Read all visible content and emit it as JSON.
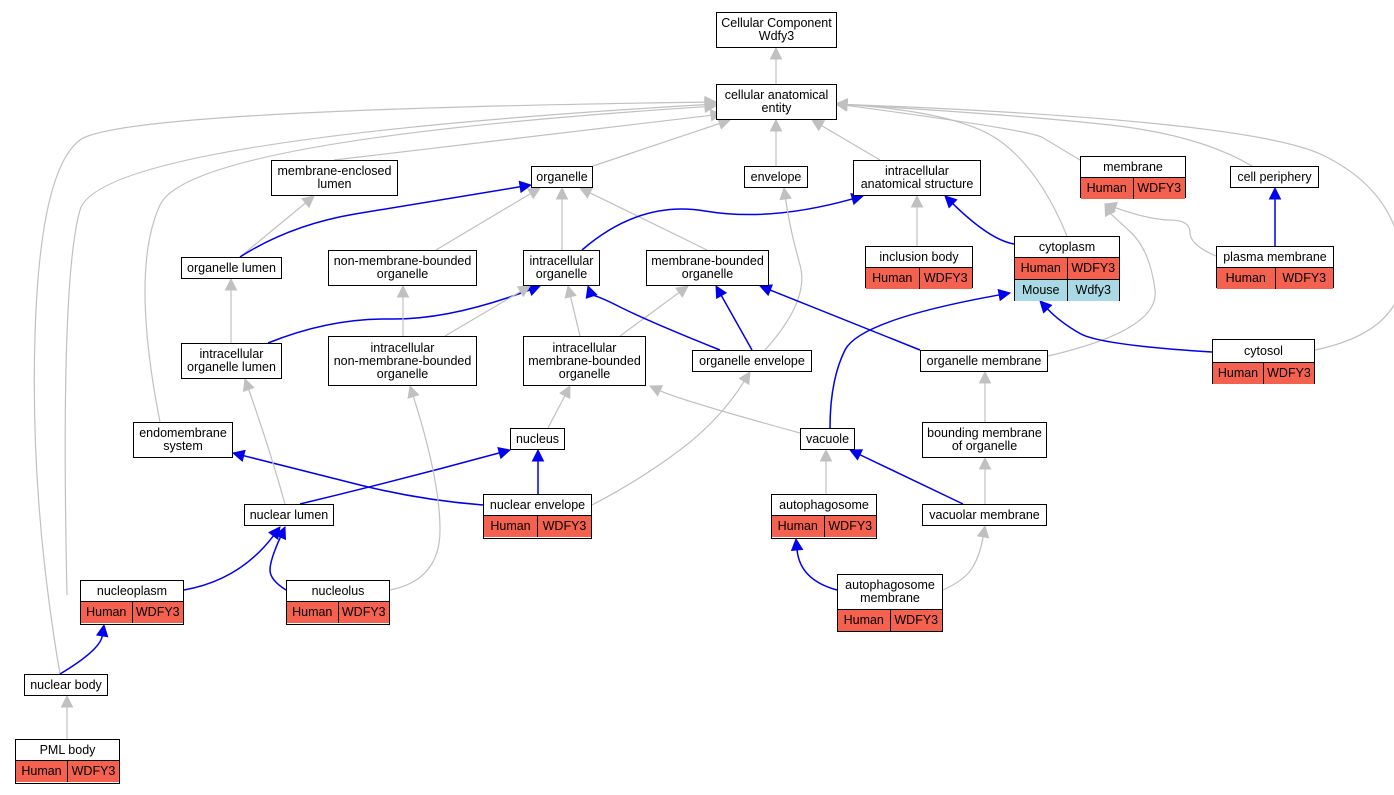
{
  "colors": {
    "is_a_edge": "#c0c0c0",
    "part_of_edge": "#0000ee",
    "human_annotation": "#f4614e",
    "mouse_annotation": "#a9d9e4"
  },
  "nodes": {
    "root": {
      "label": "Cellular Component\nWdfy3"
    },
    "cae": {
      "label": "cellular anatomical\nentity"
    },
    "mel": {
      "label": "membrane-enclosed\nlumen"
    },
    "org": {
      "label": "organelle"
    },
    "env": {
      "label": "envelope"
    },
    "ias": {
      "label": "intracellular\nanatomical structure"
    },
    "mem": {
      "label": "membrane",
      "rows": [
        [
          "Human",
          "WDFY3"
        ]
      ]
    },
    "cp": {
      "label": "cell periphery"
    },
    "orgl": {
      "label": "organelle lumen"
    },
    "nmbo": {
      "label": "non-membrane-bounded\norganelle"
    },
    "io": {
      "label": "intracellular\norganelle"
    },
    "mbo": {
      "label": "membrane-bounded\norganelle"
    },
    "ib": {
      "label": "inclusion body",
      "rows": [
        [
          "Human",
          "WDFY3"
        ]
      ]
    },
    "cyto": {
      "label": "cytoplasm",
      "rows": [
        [
          "Human",
          "WDFY3"
        ],
        [
          "Mouse",
          "Wdfy3"
        ]
      ]
    },
    "pm": {
      "label": "plasma membrane",
      "rows": [
        [
          "Human",
          "WDFY3"
        ]
      ]
    },
    "iol": {
      "label": "intracellular\norganelle lumen"
    },
    "inmbo": {
      "label": "intracellular\nnon-membrane-bounded\norganelle"
    },
    "imbo": {
      "label": "intracellular\nmembrane-bounded\norganelle"
    },
    "oe": {
      "label": "organelle envelope"
    },
    "om": {
      "label": "organelle membrane"
    },
    "cytosol": {
      "label": "cytosol",
      "rows": [
        [
          "Human",
          "WDFY3"
        ]
      ]
    },
    "ems": {
      "label": "endomembrane\nsystem"
    },
    "nuc": {
      "label": "nucleus"
    },
    "vac": {
      "label": "vacuole"
    },
    "bmo": {
      "label": "bounding membrane\nof organelle"
    },
    "ne": {
      "label": "nuclear envelope",
      "rows": [
        [
          "Human",
          "WDFY3"
        ]
      ]
    },
    "auto": {
      "label": "autophagosome",
      "rows": [
        [
          "Human",
          "WDFY3"
        ]
      ]
    },
    "nl": {
      "label": "nuclear lumen"
    },
    "vm": {
      "label": "vacuolar membrane"
    },
    "np": {
      "label": "nucleoplasm",
      "rows": [
        [
          "Human",
          "WDFY3"
        ]
      ]
    },
    "nucl": {
      "label": "nucleolus",
      "rows": [
        [
          "Human",
          "WDFY3"
        ]
      ]
    },
    "am": {
      "label": "autophagosome\nmembrane",
      "rows": [
        [
          "Human",
          "WDFY3"
        ]
      ]
    },
    "nb": {
      "label": "nuclear body"
    },
    "pml": {
      "label": "PML body",
      "rows": [
        [
          "Human",
          "WDFY3"
        ]
      ]
    }
  },
  "edges": [
    {
      "from": "cae",
      "to": "root",
      "type": "is_a"
    },
    {
      "from": "mel",
      "to": "cae",
      "type": "is_a"
    },
    {
      "from": "org",
      "to": "cae",
      "type": "is_a"
    },
    {
      "from": "env",
      "to": "cae",
      "type": "is_a"
    },
    {
      "from": "ias",
      "to": "cae",
      "type": "is_a"
    },
    {
      "from": "mem",
      "to": "cae",
      "type": "is_a"
    },
    {
      "from": "cp",
      "to": "cae",
      "type": "is_a"
    },
    {
      "from": "cyto",
      "to": "cae",
      "type": "is_a"
    },
    {
      "from": "cytosol",
      "to": "cae",
      "type": "is_a"
    },
    {
      "from": "ems",
      "to": "cae",
      "type": "is_a"
    },
    {
      "from": "np",
      "to": "cae",
      "type": "is_a"
    },
    {
      "from": "nb",
      "to": "cae",
      "type": "is_a"
    },
    {
      "from": "orgl",
      "to": "mel",
      "type": "is_a"
    },
    {
      "from": "orgl",
      "to": "org",
      "type": "part_of"
    },
    {
      "from": "nmbo",
      "to": "org",
      "type": "is_a"
    },
    {
      "from": "io",
      "to": "org",
      "type": "is_a"
    },
    {
      "from": "mbo",
      "to": "org",
      "type": "is_a"
    },
    {
      "from": "io",
      "to": "ias",
      "type": "part_of"
    },
    {
      "from": "ib",
      "to": "ias",
      "type": "is_a"
    },
    {
      "from": "cyto",
      "to": "ias",
      "type": "part_of"
    },
    {
      "from": "pm",
      "to": "mem",
      "type": "is_a"
    },
    {
      "from": "om",
      "to": "mem",
      "type": "is_a"
    },
    {
      "from": "pm",
      "to": "cp",
      "type": "part_of"
    },
    {
      "from": "iol",
      "to": "orgl",
      "type": "is_a"
    },
    {
      "from": "iol",
      "to": "io",
      "type": "part_of"
    },
    {
      "from": "inmbo",
      "to": "nmbo",
      "type": "is_a"
    },
    {
      "from": "inmbo",
      "to": "io",
      "type": "is_a"
    },
    {
      "from": "imbo",
      "to": "io",
      "type": "is_a"
    },
    {
      "from": "imbo",
      "to": "mbo",
      "type": "is_a"
    },
    {
      "from": "oe",
      "to": "io",
      "type": "part_of"
    },
    {
      "from": "oe",
      "to": "mbo",
      "type": "part_of"
    },
    {
      "from": "oe",
      "to": "env",
      "type": "is_a"
    },
    {
      "from": "om",
      "to": "mbo",
      "type": "part_of"
    },
    {
      "from": "cytosol",
      "to": "cyto",
      "type": "part_of"
    },
    {
      "from": "vac",
      "to": "cyto",
      "type": "part_of"
    },
    {
      "from": "bmo",
      "to": "om",
      "type": "is_a"
    },
    {
      "from": "nuc",
      "to": "imbo",
      "type": "is_a"
    },
    {
      "from": "vac",
      "to": "imbo",
      "type": "is_a"
    },
    {
      "from": "ne",
      "to": "nuc",
      "type": "part_of"
    },
    {
      "from": "ne",
      "to": "ems",
      "type": "part_of"
    },
    {
      "from": "ne",
      "to": "oe",
      "type": "is_a"
    },
    {
      "from": "nl",
      "to": "nuc",
      "type": "part_of"
    },
    {
      "from": "nl",
      "to": "iol",
      "type": "is_a"
    },
    {
      "from": "auto",
      "to": "vac",
      "type": "is_a"
    },
    {
      "from": "vm",
      "to": "vac",
      "type": "part_of"
    },
    {
      "from": "vm",
      "to": "bmo",
      "type": "is_a"
    },
    {
      "from": "np",
      "to": "nl",
      "type": "part_of"
    },
    {
      "from": "nucl",
      "to": "nl",
      "type": "part_of"
    },
    {
      "from": "nucl",
      "to": "inmbo",
      "type": "is_a"
    },
    {
      "from": "am",
      "to": "auto",
      "type": "part_of"
    },
    {
      "from": "am",
      "to": "vm",
      "type": "is_a"
    },
    {
      "from": "nb",
      "to": "np",
      "type": "part_of"
    },
    {
      "from": "pml",
      "to": "nb",
      "type": "is_a"
    }
  ]
}
